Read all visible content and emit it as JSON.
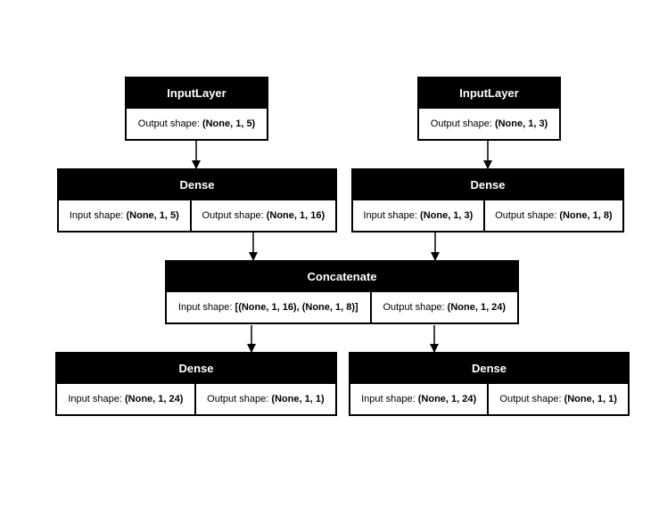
{
  "nodes": {
    "input_a": {
      "title": "InputLayer",
      "output_label": "Output shape:",
      "output_value": "(None, 1, 5)"
    },
    "input_b": {
      "title": "InputLayer",
      "output_label": "Output shape:",
      "output_value": "(None, 1, 3)"
    },
    "dense_a": {
      "title": "Dense",
      "input_label": "Input shape:",
      "input_value": "(None, 1, 5)",
      "output_label": "Output shape:",
      "output_value": "(None, 1, 16)"
    },
    "dense_b": {
      "title": "Dense",
      "input_label": "Input shape:",
      "input_value": "(None, 1, 3)",
      "output_label": "Output shape:",
      "output_value": "(None, 1, 8)"
    },
    "concat": {
      "title": "Concatenate",
      "input_label": "Input shape:",
      "input_value": "[(None, 1, 16), (None, 1, 8)]",
      "output_label": "Output shape:",
      "output_value": "(None, 1, 24)"
    },
    "dense_out_a": {
      "title": "Dense",
      "input_label": "Input shape:",
      "input_value": "(None, 1, 24)",
      "output_label": "Output shape:",
      "output_value": "(None, 1, 1)"
    },
    "dense_out_b": {
      "title": "Dense",
      "input_label": "Input shape:",
      "input_value": "(None, 1, 24)",
      "output_label": "Output shape:",
      "output_value": "(None, 1, 1)"
    }
  },
  "edges": [
    {
      "from": "input_a",
      "to": "dense_a"
    },
    {
      "from": "input_b",
      "to": "dense_b"
    },
    {
      "from": "dense_a",
      "to": "concat"
    },
    {
      "from": "dense_b",
      "to": "concat"
    },
    {
      "from": "concat",
      "to": "dense_out_a"
    },
    {
      "from": "concat",
      "to": "dense_out_b"
    }
  ]
}
